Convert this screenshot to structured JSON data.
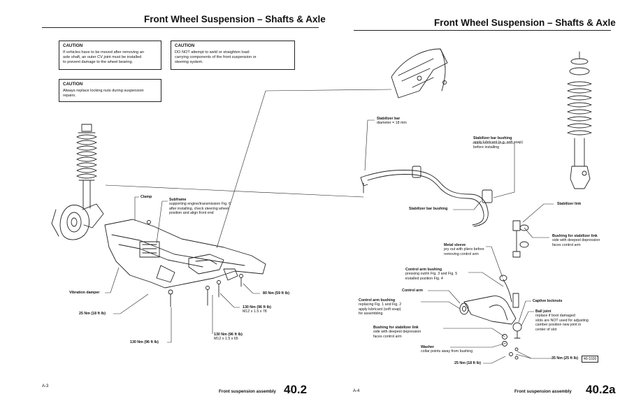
{
  "left_page": {
    "header": "Front Wheel Suspension – Shafts & Axle",
    "cautions": [
      {
        "title": "CAUTION",
        "lines": [
          "If vehicles have to be moved after removing an",
          "axle shaft, an outer CV joint must be installed",
          "to prevent damage to the wheel bearing."
        ]
      },
      {
        "title": "CAUTION",
        "lines": [
          "DO NOT attempt to weld or straighten load-",
          "carrying components of the front suspension or",
          "steering system."
        ]
      },
      {
        "title": "CAUTION",
        "lines": [
          "Always replace locking nuts during suspension",
          "repairs."
        ]
      }
    ],
    "labels": {
      "clamp": "Clamp",
      "subframe_title": "Subframe",
      "subframe_lines": [
        "supporting engine/transmission Fig. 6",
        "after installing, check steering wheel",
        "position and align front end"
      ],
      "vibration_damper": "Vibration damper",
      "torque_25": "25 Nm (18 ft lb)",
      "torque_130_a": "130 Nm (96 ft lb)",
      "torque_130_b_title": "130 Nm (96 ft lb)",
      "torque_130_b_sub": "M12 x 1.5 x 65",
      "torque_130_c_title": "130 Nm (96 ft lb)",
      "torque_130_c_sub": "M12 x 1.5 x 78",
      "torque_80": "80 Nm (59 ft lb)"
    },
    "footer": {
      "page_ref": "A-3",
      "section": "Front suspension assembly",
      "number": "40.2"
    }
  },
  "right_page": {
    "header": "Front Wheel Suspension – Shafts & Axle",
    "labels": {
      "stab_bar_title": "Stabilizer bar",
      "stab_bar_sub": "diameter = 18 mm",
      "stab_bush_title": "Stabilizer bar bushing",
      "stab_bush_lines": [
        "apply lubricant (e.g. soft soap)",
        "before installing"
      ],
      "stab_bush_2": "Stabilizer bar bushing",
      "stab_link": "Stabilizer link",
      "bush_link_title": "Bushing for stabilizer link",
      "bush_link_lines": [
        "side with deepest depression",
        "faces control arm"
      ],
      "metal_sleeve_title": "Metal sleeve",
      "metal_sleeve_lines": [
        "pry out with pliers before",
        "removing control arm"
      ],
      "ca_bush_1_title": "Control arm bushing",
      "ca_bush_1_lines": [
        "pressing out/in Fig. 3 and Fig. 5",
        "installed position Fig. 4"
      ],
      "control_arm": "Control arm",
      "ca_bush_2_title": "Control arm bushing",
      "ca_bush_2_lines": [
        "replacing Fig. 1 and Fig. 2",
        "apply lubricant (soft soap)",
        "for assembling"
      ],
      "captive_locknuts": "Captive locknuts",
      "ball_joint_title": "Ball joint",
      "ball_joint_lines": [
        "replace if boot damaged",
        "slots are NOT used for adjusting",
        "camber position new joint in",
        "center of slot"
      ],
      "bush_link2_title": "Bushing for stabilizer link",
      "bush_link2_lines": [
        "side with deepest depression",
        "faces control arm"
      ],
      "washer_title": "Washer",
      "washer_sub": "collar points away from bushing",
      "torque_25": "25 Nm (18 ft lb)",
      "torque_35": "35 Nm (25 ft lb)",
      "ref_code": "40-1030"
    },
    "footer": {
      "page_ref": "A-4",
      "section": "Front suspension assembly",
      "number": "40.2a"
    }
  }
}
